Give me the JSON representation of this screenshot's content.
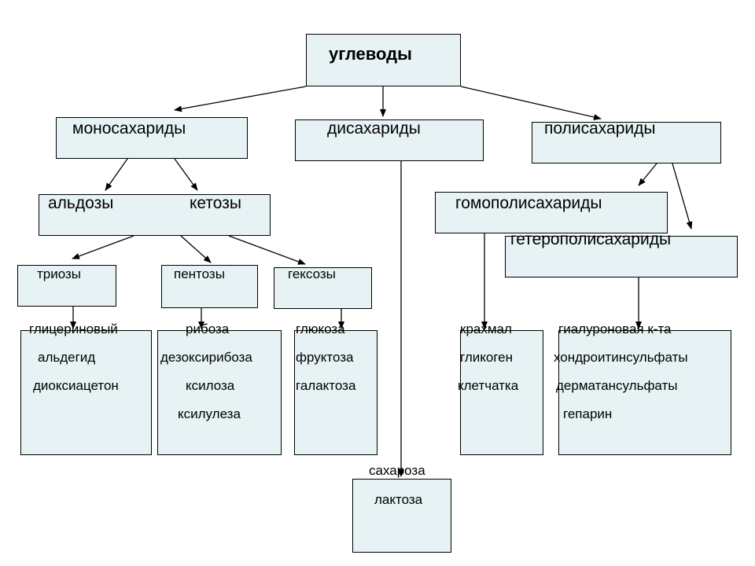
{
  "root": "углеводы",
  "monosaccharides": "моносахариды",
  "disaccharides": "дисахариды",
  "polysaccharides": "полисахариды",
  "aldoses": "альдозы",
  "ketoses": "кетозы",
  "homopolysaccharides": "гомополисахариды",
  "heteropolysaccharides": "гетерополисахариды",
  "trioses": "триозы",
  "pentoses": "пентозы",
  "hexoses": "гексозы",
  "trioses_list": [
    "глицериновый",
    "альдегид",
    "диоксиацетон"
  ],
  "pentoses_list": [
    "рибоза",
    "дезоксирибоза",
    "ксилоза",
    "ксилулеза"
  ],
  "hexoses_list": [
    "глюкоза",
    "фруктоза",
    "галактоза"
  ],
  "disaccharides_list": [
    "сахароза",
    "лактоза"
  ],
  "homopolysaccharides_list": [
    "крахмал",
    "гликоген",
    "клетчатка"
  ],
  "heteropolysaccharides_list": [
    "гиалуроновая к-та",
    "хондроитинсульфаты",
    "дерматансульфаты",
    "гепарин"
  ]
}
